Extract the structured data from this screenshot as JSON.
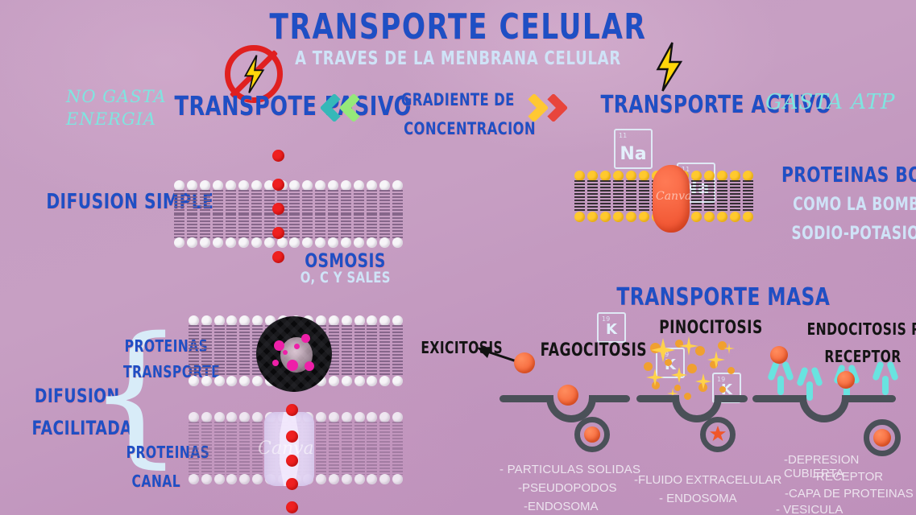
{
  "page": {
    "title": "TRANSPORTE CELULAR",
    "subtitle": "A TRAVES DE LA MENBRANA CELULAR",
    "background_color": "#c59dc2",
    "accent_blue": "#1f4fc4",
    "accent_cyan": "#7fe5e0",
    "accent_light_blue": "#cfe3f7"
  },
  "passive": {
    "heading": "TRANSPOTE PASIVO",
    "energy_note_line1": "NO GASTA",
    "energy_note_line2": "ENERGIA",
    "icon": "no-energy-lightning-icon",
    "chevron_direction": "left",
    "chevron_colors": [
      "#35b8b8",
      "#96e87a"
    ]
  },
  "gradient": {
    "line1": "GRADIENTE DE",
    "line2": "CONCENTRACION",
    "chevron_direction": "right",
    "chevron_colors": [
      "#ffc832",
      "#e8453c"
    ]
  },
  "active": {
    "heading": "TRANSPORTE ACTIVO",
    "energy_note": "GASTA ATP",
    "icon": "lightning-bolt-icon",
    "pump_labels": {
      "line1": "PROTEINAS BOMBA",
      "line2": "COMO LA BOMBA",
      "line3": "SODIO-POTASIO"
    },
    "ions_top": [
      {
        "symbol": "Na",
        "number": "11"
      },
      {
        "symbol": "Na",
        "number": "11"
      }
    ],
    "ions_bottom": [
      {
        "symbol": "K",
        "number": "19"
      },
      {
        "symbol": "K",
        "number": "19"
      },
      {
        "symbol": "K",
        "number": "19"
      }
    ]
  },
  "simple_diffusion": {
    "label": "DIFUSION SIMPLE",
    "osmosis_label": "OSMOSIS",
    "osmosis_sub": "O, C Y SALES"
  },
  "facilitated_diffusion": {
    "label_line1": "DIFUSION",
    "label_line2": "FACILITADA",
    "branch1_line1": "PROTEINAS",
    "branch1_line2": "TRANSPORTE",
    "branch2_line1": "PROTEINAS",
    "branch2_line2": "CANAL"
  },
  "bulk_transport": {
    "heading": "TRANSPORTE MASA",
    "exocytosis_label": "EXICITOSIS",
    "items": [
      {
        "title": "FAGOCITOSIS",
        "notes": [
          "- PARTICULAS SOLIDAS",
          "-PSEUDOPODOS",
          "-ENDOSOMA"
        ]
      },
      {
        "title": "PINOCITOSIS",
        "notes": [
          "-FLUIDO EXTRACELULAR",
          "- ENDOSOMA"
        ]
      },
      {
        "title_line1": "ENDOCITOSIS POR",
        "title_line2": "RECEPTOR",
        "notes": [
          "-DEPRESION CUBIERTA",
          "-RECEPTOR",
          "-CAPA DE PROTEINAS",
          "- VESICULA RECUBIERTA"
        ]
      }
    ]
  },
  "watermark": {
    "text": "Canva"
  }
}
